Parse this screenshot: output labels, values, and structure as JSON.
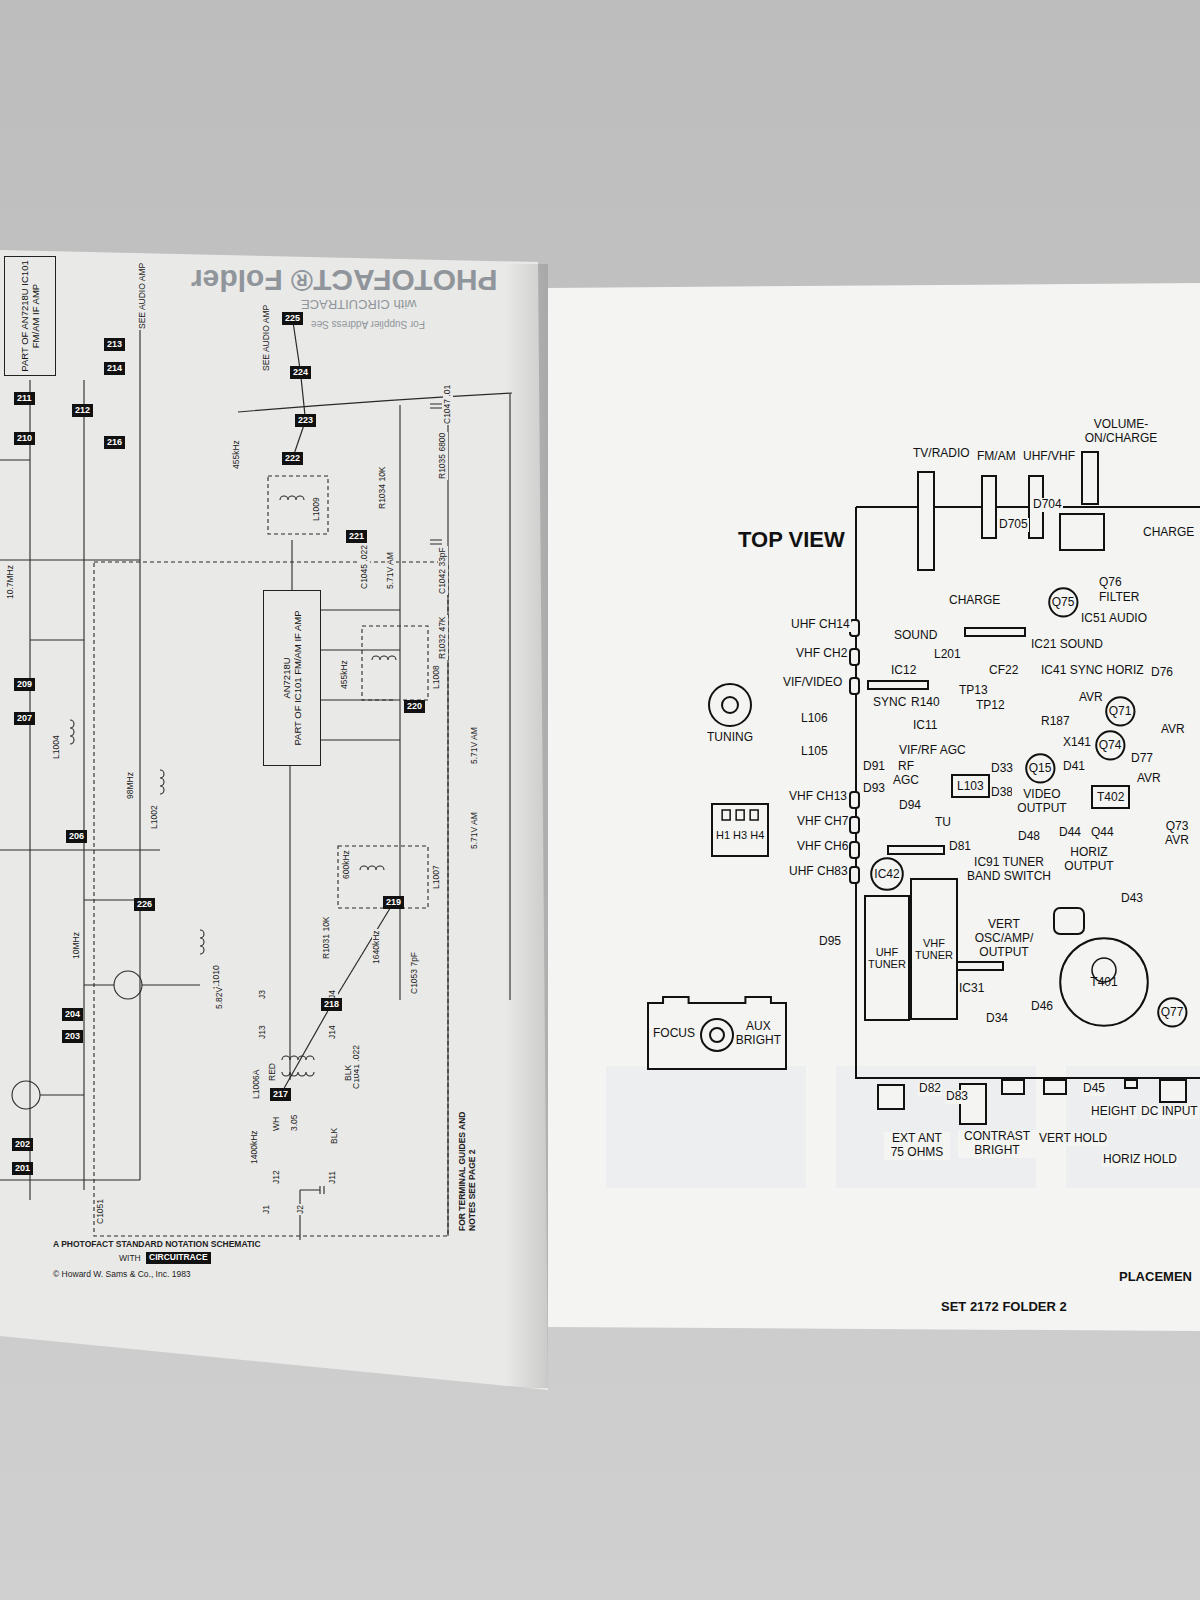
{
  "diagram": {
    "nodes": [
      {
        "text": [
          "PART OF AN7218U IC101 FM/AM IF AMP"
        ]
      },
      {
        "text": [
          "AN7218U",
          "PART OF IC101 FM/AM IF AMP"
        ]
      },
      {
        "text": [
          "211"
        ]
      },
      {
        "text": [
          "210"
        ]
      },
      {
        "text": [
          "213"
        ]
      },
      {
        "text": [
          "214"
        ]
      },
      {
        "text": [
          "212"
        ]
      },
      {
        "text": [
          "216"
        ]
      },
      {
        "text": [
          "209"
        ]
      },
      {
        "text": [
          "207"
        ]
      },
      {
        "text": [
          "206"
        ]
      },
      {
        "text": [
          "226"
        ]
      },
      {
        "text": [
          "204"
        ]
      },
      {
        "text": [
          "203"
        ]
      },
      {
        "text": [
          "202"
        ]
      },
      {
        "text": [
          "201"
        ]
      },
      {
        "text": [
          "225"
        ]
      },
      {
        "text": [
          "224"
        ]
      },
      {
        "text": [
          "223"
        ]
      },
      {
        "text": [
          "222"
        ]
      },
      {
        "text": [
          "221"
        ]
      },
      {
        "text": [
          "220"
        ]
      },
      {
        "text": [
          "219"
        ]
      },
      {
        "text": [
          "218"
        ]
      },
      {
        "text": [
          "217"
        ]
      },
      {
        "text": [
          "TUNING"
        ]
      },
      {
        "text": [
          "H1 H3 H4"
        ]
      },
      {
        "text": [
          "FOCUS",
          "AUX BRIGHT"
        ]
      },
      {
        "text": [
          "L103"
        ]
      },
      {
        "text": [
          "T402"
        ]
      },
      {
        "text": [
          "IC42"
        ]
      },
      {
        "text": [
          "UHF TUNER"
        ]
      },
      {
        "text": [
          "VHF TUNER"
        ]
      },
      {
        "text": [
          "T401"
        ]
      },
      {
        "text": [
          "Q15"
        ]
      },
      {
        "text": [
          "Q71"
        ]
      },
      {
        "text": [
          "Q74"
        ]
      },
      {
        "text": [
          "Q75"
        ]
      },
      {
        "text": [
          "Q77"
        ]
      }
    ],
    "edges": [
      {
        "from": 16,
        "to": 17,
        "arrow": "none"
      },
      {
        "from": 17,
        "to": 18,
        "arrow": "none"
      },
      {
        "from": 18,
        "to": 19,
        "arrow": "none"
      },
      {
        "from": 22,
        "to": 23,
        "arrow": "none"
      },
      {
        "from": 23,
        "to": 24,
        "arrow": "none"
      }
    ],
    "labels": [
      "TOP VIEW",
      "TV/RADIO",
      "FM/AM",
      "UHF/VHF",
      "VOLUME- ON/CHARGE",
      "D705",
      "D704",
      "CHARGE",
      "CHARGE",
      "Q76",
      "FILTER",
      "IC51 AUDIO",
      "SOUND",
      "L201",
      "IC21 SOUND",
      "CF22",
      "IC41 SYNC HORIZ",
      "D76",
      "UHF CH14",
      "VHF CH2",
      "VIF/VIDEO",
      "IC12",
      "SYNC",
      "R140",
      "TP13",
      "TP12",
      "R187",
      "AVR",
      "AVR",
      "L106",
      "L105",
      "IC11",
      "VIF/RF AGC",
      "X141",
      "D77",
      "D91",
      "RF AGC",
      "D33",
      "D41",
      "AVR",
      "VHF CH13",
      "D93",
      "D94",
      "D38",
      "VIDEO OUTPUT",
      "TU",
      "VHF CH7",
      "D48",
      "D44",
      "Q44",
      "Q73 AVR",
      "VHF CH6",
      "D81",
      "HORIZ OUTPUT",
      "UHF CH83",
      "IC91 TUNER BAND SWITCH",
      "D43",
      "D95",
      "VERT OSC/AMP/ OUTPUT",
      "IC31",
      "D34",
      "D46",
      "D82",
      "D83",
      "D45",
      "HEIGHT",
      "DC INPUT",
      "EXT ANT 75 OHMS",
      "CONTRAST BRIGHT",
      "VERT HOLD",
      "HORIZ HOLD",
      "PLACEMEN",
      "SET 2172 FOLDER 2",
      "PHOTOFACT® Folder",
      "with CIRCUITRACE",
      "For Supplier Address See",
      "A PHOTOFACT STANDARD NOTATION SCHEMATIC",
      "WITH",
      "CIRCUITRACE",
      "© Howard W. Sams & Co., Inc. 1983",
      "FOR TERMINAL GUIDES AND NOTES SEE PAGE 2",
      "455kHz",
      "455kHz",
      "600kHz",
      "1640kHz",
      "1400kHz",
      "10.7MHz",
      "98MHz",
      "10MHz",
      "L1009",
      "L1008",
      "L1007",
      "L1010",
      "L1004",
      "L1002",
      "R1031 10K",
      "C1041 .022",
      "J3",
      "J4",
      "J13",
      "J14",
      "L1006A",
      "RED",
      "BLK",
      "WH",
      "3.05",
      "BLK",
      "J12",
      "J11",
      "J1",
      "J2",
      "C1053 7pF",
      "C1051",
      "5.71V AM",
      "5.71V AM",
      "5.71V AM",
      "C1047 .01",
      "R1035 6800",
      "R1034 10K",
      "C1042 33pF",
      "R1032 47K",
      "C1045 .022",
      "SEE AUDIO AMP",
      "SEE AUDIO AMP",
      "5.82V"
    ]
  }
}
